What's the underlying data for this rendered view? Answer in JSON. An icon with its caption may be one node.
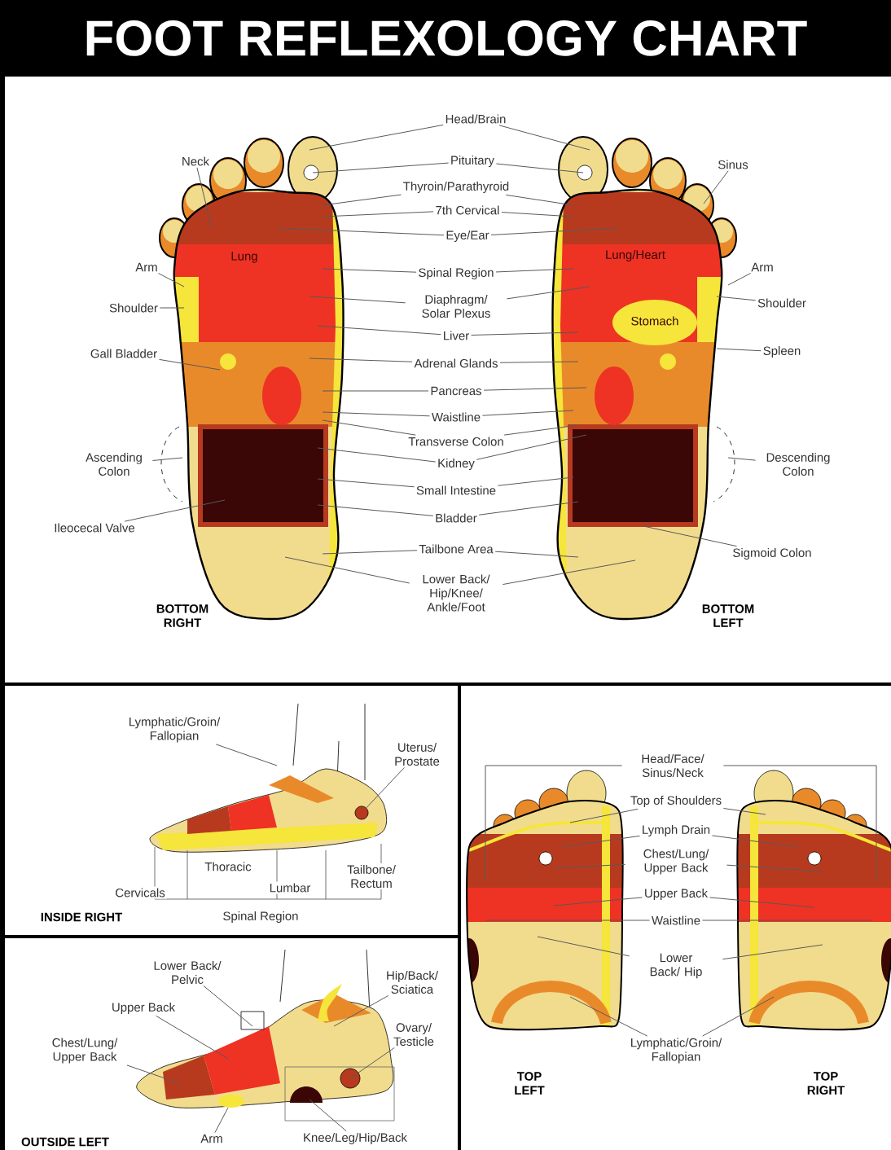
{
  "diagram": {
    "title": "FOOT REFLEXOLOGY CHART",
    "nodes": [
      {
        "text": [
          "Head/Brain"
        ]
      },
      {
        "text": [
          "Neck"
        ]
      },
      {
        "text": [
          "Pituitary"
        ]
      },
      {
        "text": [
          "Sinus"
        ]
      },
      {
        "text": [
          "Thyroin/Parathyroid"
        ]
      },
      {
        "text": [
          "7th Cervical"
        ]
      },
      {
        "text": [
          "Eye/Ear"
        ]
      },
      {
        "text": [
          "Arm"
        ]
      },
      {
        "text": [
          "Spinal Region"
        ]
      },
      {
        "text": [
          "Arm"
        ]
      },
      {
        "text": [
          "Shoulder"
        ]
      },
      {
        "text": [
          "Diaphragm/ Solar Plexus"
        ]
      },
      {
        "text": [
          "Shoulder"
        ]
      },
      {
        "text": [
          "Liver"
        ]
      },
      {
        "text": [
          "Gall Bladder"
        ]
      },
      {
        "text": [
          "Spleen"
        ]
      },
      {
        "text": [
          "Adrenal Glands"
        ]
      },
      {
        "text": [
          "Pancreas"
        ]
      },
      {
        "text": [
          "Waistline"
        ]
      },
      {
        "text": [
          "Transverse Colon"
        ]
      },
      {
        "text": [
          "Ascending Colon"
        ]
      },
      {
        "text": [
          "Descending Colon"
        ]
      },
      {
        "text": [
          "Kidney"
        ]
      },
      {
        "text": [
          "Small Intestine"
        ]
      },
      {
        "text": [
          "Bladder"
        ]
      },
      {
        "text": [
          "Ileocecal Valve"
        ]
      },
      {
        "text": [
          "Tailbone Area"
        ]
      },
      {
        "text": [
          "Sigmoid Colon"
        ]
      },
      {
        "text": [
          "Lower Back/ Hip/Knee/ Ankle/Foot"
        ]
      },
      {
        "text": [
          "Lymphatic/Groin/ Fallopian"
        ]
      },
      {
        "text": [
          "Uterus/ Prostate"
        ]
      },
      {
        "text": [
          "Lower Back/ Pelvic"
        ]
      },
      {
        "text": [
          "Hip/Back/ Sciatica"
        ]
      },
      {
        "text": [
          "Upper Back"
        ]
      },
      {
        "text": [
          "Ovary/ Testicle"
        ]
      },
      {
        "text": [
          "Chest/Lung/ Upper Back"
        ]
      },
      {
        "text": [
          "Arm"
        ]
      },
      {
        "text": [
          "Knee/Leg/Hip/Back"
        ]
      },
      {
        "text": [
          "Head/Face/ Sinus/Neck"
        ]
      },
      {
        "text": [
          "Top of Shoulders"
        ]
      },
      {
        "text": [
          "Lymph Drain"
        ]
      },
      {
        "text": [
          "Chest/Lung/ Upper Back"
        ]
      },
      {
        "text": [
          "Upper Back"
        ]
      },
      {
        "text": [
          "Waistline"
        ]
      },
      {
        "text": [
          "Lower Back/ Hip"
        ]
      },
      {
        "text": [
          "Lymphatic/Groin/ Fallopian"
        ]
      },
      {
        "text": [],
        "shape": "circle"
      }
    ],
    "edges": [
      {
        "from": 0,
        "to": null,
        "arrow": "none"
      },
      {
        "from": 0,
        "to": null,
        "arrow": "none"
      },
      {
        "from": 1,
        "to": null,
        "arrow": "none"
      },
      {
        "from": 2,
        "to": null,
        "arrow": "none"
      },
      {
        "from": 2,
        "to": null,
        "arrow": "none"
      },
      {
        "from": 3,
        "to": null,
        "arrow": "none"
      },
      {
        "from": 4,
        "to": null,
        "arrow": "none"
      },
      {
        "from": 4,
        "to": null,
        "arrow": "none"
      },
      {
        "from": 5,
        "to": null,
        "arrow": "none"
      },
      {
        "from": 5,
        "to": null,
        "arrow": "none"
      },
      {
        "from": 6,
        "to": null,
        "arrow": "none"
      },
      {
        "from": 6,
        "to": null,
        "arrow": "none"
      },
      {
        "from": 7,
        "to": null,
        "arrow": "none"
      },
      {
        "from": 8,
        "to": null,
        "arrow": "none"
      },
      {
        "from": 8,
        "to": null,
        "arrow": "none"
      },
      {
        "from": 9,
        "to": null,
        "arrow": "none"
      },
      {
        "from": 10,
        "to": null,
        "arrow": "none"
      },
      {
        "from": 11,
        "to": null,
        "arrow": "none"
      },
      {
        "from": 11,
        "to": null,
        "arrow": "none"
      },
      {
        "from": 12,
        "to": null,
        "arrow": "none"
      },
      {
        "from": 13,
        "to": null,
        "arrow": "none"
      },
      {
        "from": 13,
        "to": null,
        "arrow": "none"
      },
      {
        "from": 14,
        "to": null,
        "arrow": "none"
      },
      {
        "from": 15,
        "to": null,
        "arrow": "none"
      },
      {
        "from": 16,
        "to": null,
        "arrow": "none"
      },
      {
        "from": 16,
        "to": null,
        "arrow": "none"
      },
      {
        "from": 17,
        "to": null,
        "arrow": "none"
      },
      {
        "from": 17,
        "to": null,
        "arrow": "none"
      },
      {
        "from": 18,
        "to": null,
        "arrow": "none"
      },
      {
        "from": 18,
        "to": null,
        "arrow": "none"
      },
      {
        "from": 19,
        "to": null,
        "arrow": "none"
      },
      {
        "from": 19,
        "to": null,
        "arrow": "none"
      },
      {
        "from": 20,
        "to": null,
        "arrow": "none"
      },
      {
        "from": 21,
        "to": null,
        "arrow": "none"
      },
      {
        "from": 22,
        "to": null,
        "arrow": "none"
      },
      {
        "from": 22,
        "to": null,
        "arrow": "none"
      },
      {
        "from": 23,
        "to": null,
        "arrow": "none"
      },
      {
        "from": 23,
        "to": null,
        "arrow": "none"
      },
      {
        "from": 24,
        "to": null,
        "arrow": "none"
      },
      {
        "from": 24,
        "to": null,
        "arrow": "none"
      },
      {
        "from": 25,
        "to": null,
        "arrow": "none"
      },
      {
        "from": 26,
        "to": null,
        "arrow": "none"
      },
      {
        "from": 26,
        "to": null,
        "arrow": "none"
      },
      {
        "from": 27,
        "to": null,
        "arrow": "none"
      },
      {
        "from": 28,
        "to": null,
        "arrow": "none"
      },
      {
        "from": 28,
        "to": null,
        "arrow": "none"
      },
      {
        "from": 29,
        "to": null,
        "arrow": "none"
      },
      {
        "from": 30,
        "to": 46,
        "arrow": "none"
      },
      {
        "from": 31,
        "to": null,
        "arrow": "none"
      },
      {
        "from": 32,
        "to": null,
        "arrow": "none"
      },
      {
        "from": 33,
        "to": null,
        "arrow": "none"
      },
      {
        "from": 34,
        "to": null,
        "arrow": "none"
      },
      {
        "from": 35,
        "to": null,
        "arrow": "none"
      },
      {
        "from": 36,
        "to": null,
        "arrow": "none"
      },
      {
        "from": 37,
        "to": null,
        "arrow": "none"
      },
      {
        "from": 38,
        "to": null,
        "arrow": "none"
      },
      {
        "from": 38,
        "to": null,
        "arrow": "none"
      },
      {
        "from": 39,
        "to": null,
        "arrow": "none"
      },
      {
        "from": 39,
        "to": null,
        "arrow": "none"
      },
      {
        "from": 40,
        "to": null,
        "arrow": "none"
      },
      {
        "from": 40,
        "to": null,
        "arrow": "none"
      },
      {
        "from": 41,
        "to": null,
        "arrow": "none"
      },
      {
        "from": 41,
        "to": null,
        "arrow": "none"
      },
      {
        "from": 42,
        "to": null,
        "arrow": "none"
      },
      {
        "from": 42,
        "to": null,
        "arrow": "none"
      },
      {
        "from": 43,
        "to": null,
        "arrow": "none"
      },
      {
        "from": 43,
        "to": null,
        "arrow": "none"
      },
      {
        "from": 44,
        "to": null,
        "arrow": "none"
      },
      {
        "from": 44,
        "to": null,
        "arrow": "none"
      },
      {
        "from": 45,
        "to": null,
        "arrow": "none"
      },
      {
        "from": 45,
        "to": null,
        "arrow": "none"
      }
    ],
    "labels": [
      "Lung",
      "Lung/Heart",
      "Stomach",
      "BOTTOM RIGHT",
      "BOTTOM LEFT",
      "Thoracic",
      "Cervicals",
      "Lumbar",
      "Tailbone/ Rectum",
      "INSIDE RIGHT",
      "Spinal Region",
      "OUTSIDE LEFT",
      "TOP LEFT",
      "TOP RIGHT"
    ]
  }
}
